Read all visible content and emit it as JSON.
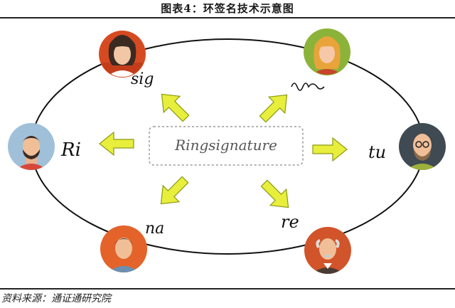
{
  "title": "图表4：环签名技术示意图",
  "source": "资料来源：通证通研究院",
  "center_signature": "Ringsignature",
  "fragments": [
    "Ri",
    "sig",
    "na",
    "tu",
    "re"
  ],
  "colors": {
    "ring": "#111111",
    "arrow_fill": "#e8ee3c",
    "arrow_stroke": "#8a9a10",
    "avatar_top_left": "#d64a22",
    "avatar_top_right": "#8bb33a",
    "avatar_left": "#9fc0d8",
    "avatar_right": "#3f4a52",
    "avatar_bottom_left": "#e4632b",
    "avatar_bottom_right": "#d2542a"
  }
}
